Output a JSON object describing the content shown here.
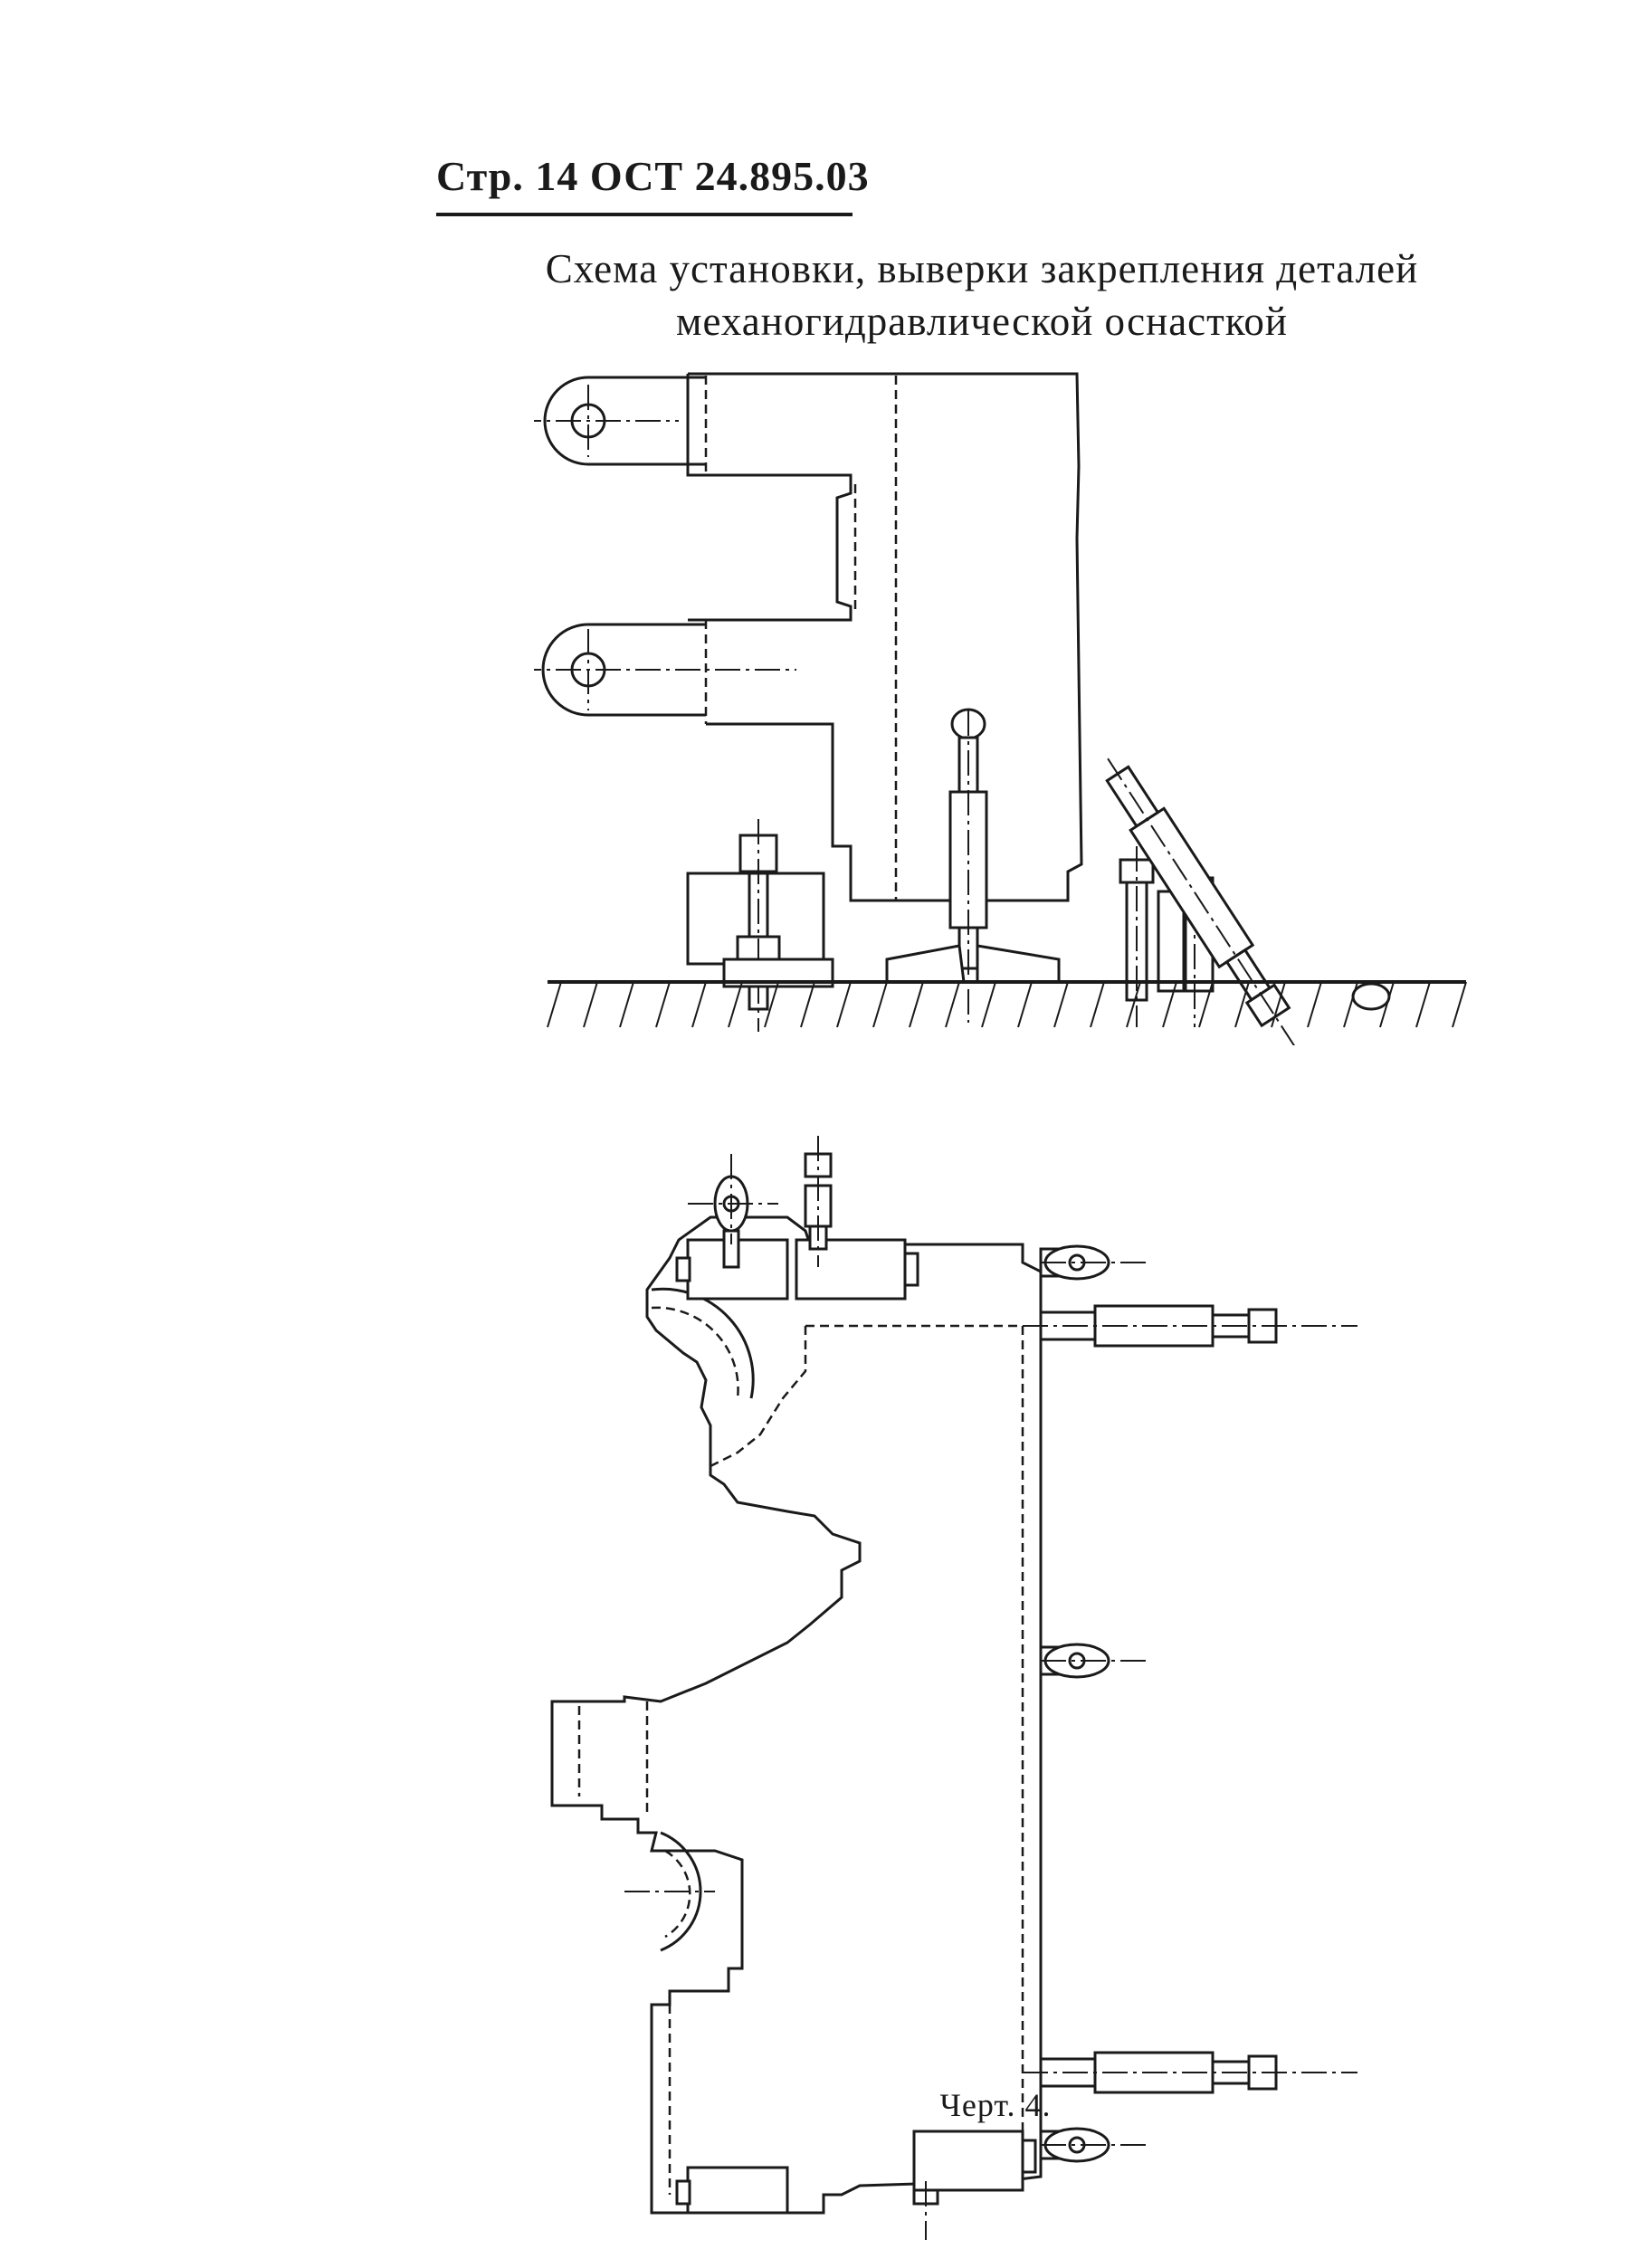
{
  "header": {
    "page_ref": "Стр. 14 ОСТ 24.895.03"
  },
  "title": {
    "line1": "Схема установки, выверки закрепления деталей",
    "line2": "механогидравлической оснасткой"
  },
  "caption": "Черт. 4.",
  "colors": {
    "ink": "#1a1a1a",
    "paper": "#ffffff"
  }
}
